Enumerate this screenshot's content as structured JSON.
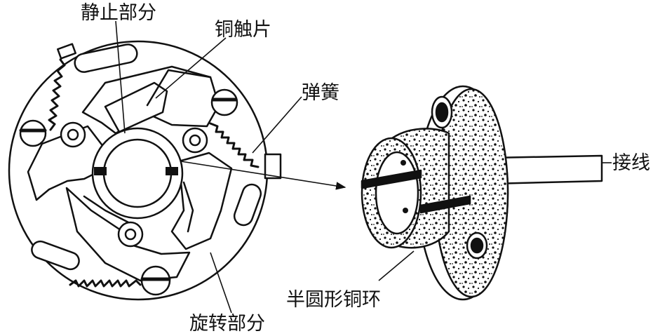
{
  "labels": {
    "stationary_part": "静止部分",
    "copper_contact": "铜触片",
    "spring": "弹簧",
    "semicircular_copper_ring": "半圆形铜环",
    "wiring": "接线",
    "rotating_part": "旋转部分"
  },
  "colors": {
    "ink": "#111111",
    "paper": "#ffffff",
    "speckle": "#1a1a1a"
  }
}
